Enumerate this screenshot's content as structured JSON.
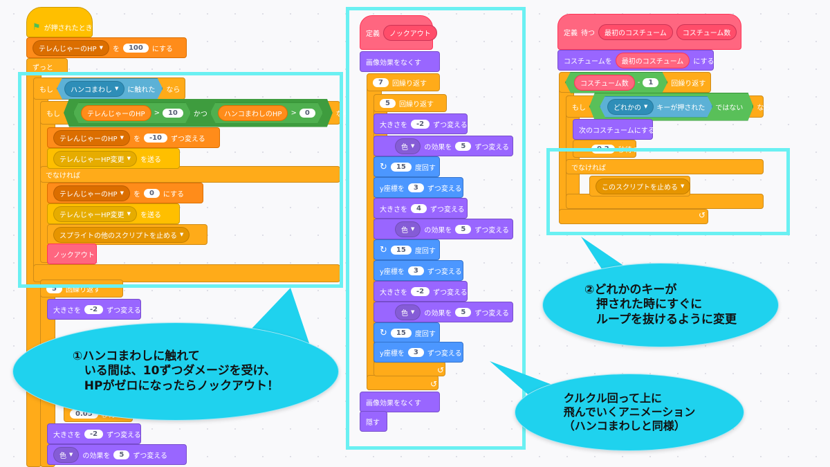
{
  "col1": {
    "hat": "が押されたとき",
    "set_hp": {
      "var": "テレんじゃーのHP",
      "to": "を",
      "value": "100",
      "suffix": "にする"
    },
    "forever": "ずっと",
    "if1": {
      "kw": "もし",
      "sensor": "ハンコまわし",
      "sensor_suffix": "に触れた",
      "then": "なら"
    },
    "if2": {
      "kw": "もし",
      "left_var": "テレんじゃーのHP",
      "gt": ">",
      "left_val": "10",
      "and": "かつ",
      "right_var": "ハンコまわしのHP",
      "right_val": "0",
      "then": "なら"
    },
    "change_hp": {
      "var": "テレんじゃーのHP",
      "to": "を",
      "value": "-10",
      "suffix": "ずつ変える"
    },
    "broadcast1": {
      "msg": "テレんじゃーHP変更",
      "suffix": "を送る"
    },
    "else": "でなければ",
    "set_hp0": {
      "var": "テレんじゃーのHP",
      "to": "を",
      "value": "0",
      "suffix": "にする"
    },
    "broadcast2": {
      "msg": "テレんじゃーHP変更",
      "suffix": "を送る"
    },
    "stop_other": "スプライトの他のスクリプトを止める",
    "knockout": "ノックアウト",
    "repeat5": {
      "value": "5",
      "suffix": "回繰り返す"
    },
    "size1": {
      "prefix": "大きさを",
      "value": "-2",
      "suffix": "ずつ変える"
    },
    "wait": {
      "value": "0.05",
      "suffix": "秒待つ"
    },
    "size2": {
      "prefix": "大きさを",
      "value": "-2",
      "suffix": "ずつ変える"
    },
    "effect": {
      "effect": "色",
      "mid": "の効果を",
      "value": "5",
      "suffix": "ずつ変える"
    }
  },
  "col2": {
    "define": "定義",
    "define_name": "ノックアウト",
    "clear_effects": "画像効果をなくす",
    "repeat7": {
      "value": "7",
      "suffix": "回繰り返す"
    },
    "repeat5": {
      "value": "5",
      "suffix": "回繰り返す"
    },
    "size_a": {
      "prefix": "大きさを",
      "value": "-2",
      "suffix": "ずつ変える"
    },
    "effect_a": {
      "effect": "色",
      "mid": "の効果を",
      "value": "5",
      "suffix": "ずつ変える"
    },
    "turn_a": {
      "value": "15",
      "suffix": "度回す"
    },
    "y_a": {
      "prefix": "y座標を",
      "value": "3",
      "suffix": "ずつ変える"
    },
    "size_b": {
      "prefix": "大きさを",
      "value": "4",
      "suffix": "ずつ変える"
    },
    "effect_b": {
      "effect": "色",
      "mid": "の効果を",
      "value": "5",
      "suffix": "ずつ変える"
    },
    "turn_b": {
      "value": "15",
      "suffix": "度回す"
    },
    "y_b": {
      "prefix": "y座標を",
      "value": "3",
      "suffix": "ずつ変える"
    },
    "size_c": {
      "prefix": "大きさを",
      "value": "-2",
      "suffix": "ずつ変える"
    },
    "effect_c": {
      "effect": "色",
      "mid": "の効果を",
      "value": "5",
      "suffix": "ずつ変える"
    },
    "turn_c": {
      "value": "15",
      "suffix": "度回す"
    },
    "y_c": {
      "prefix": "y座標を",
      "value": "3",
      "suffix": "ずつ変える"
    },
    "clear_effects2": "画像効果をなくす",
    "hide": "隠す"
  },
  "col3": {
    "define": "定義",
    "define_name": "待つ",
    "param1": "最初のコスチューム",
    "param2": "コスチューム数",
    "switch": {
      "prefix": "コスチュームを",
      "param": "最初のコスチューム",
      "suffix": "にする"
    },
    "repeat": {
      "param": "コスチューム数",
      "minus": "-",
      "value": "1",
      "suffix": "回繰り返す"
    },
    "if": {
      "kw": "もし",
      "key": "どれかの",
      "key_suffix": "キーが押された",
      "not": "ではない",
      "then": "なら"
    },
    "next_costume": "次のコスチュームにする",
    "wait": {
      "value": "0.2",
      "suffix": "秒待つ"
    },
    "else": "でなければ",
    "stop_this": "このスクリプトを止める"
  },
  "callouts": {
    "c1": "①ハンコまわしに触れて\n　いる間は、10ずつダメージを受け、\n　HPがゼロになったらノックアウト！",
    "c2": "②どれかのキーが\n　押された時にすぐに\n　ループを抜けるように変更",
    "c3": "クルクル回って上に\n飛んでいくアニメーション\n（ハンコまわしと同様）"
  },
  "colors": {
    "highlight": "#6af0f2",
    "bubble": "#1fd2ee"
  }
}
